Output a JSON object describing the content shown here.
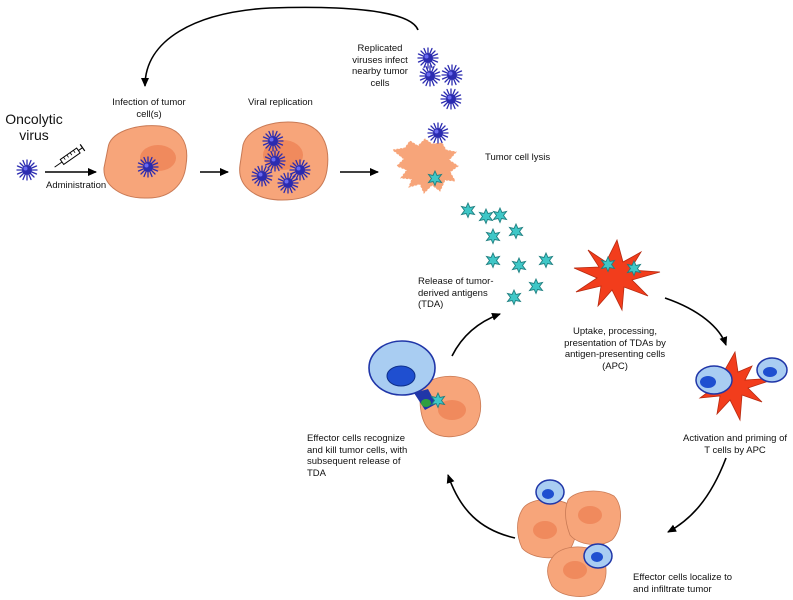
{
  "labels": {
    "oncolytic_virus": "Oncolytic virus",
    "administration": "Administration",
    "infection": "Infection of tumor cell(s)",
    "viral_replication": "Viral replication",
    "replicated_viruses": "Replicated viruses infect nearby tumor cells",
    "tumor_cell_lysis": "Tumor cell lysis",
    "release_tda": "Release of tumor-derived antigens (TDA)",
    "uptake": "Uptake, processing, presentation of TDAs by antigen-presenting cells (APC)",
    "activation": "Activation and priming of T cells by APC",
    "localize": "Effector cells localize to and infiltrate tumor",
    "effector_kill": "Effector cells recognize and kill tumor cells, with subsequent release of TDA"
  },
  "colors": {
    "tumor_cell": "#f7a57a",
    "tumor_nucleus": "#f08a5d",
    "virus": "#2b2bb0",
    "antigen": "#3fc7c7",
    "apc": "#f23d1c",
    "t_cell": "#a9cdf2",
    "t_cell_nucleus": "#1f4fd0",
    "receptor_green": "#2f9e3f",
    "receptor_blue": "#2036a8",
    "arrow": "#000000"
  },
  "icons": {
    "virus": "spiky-virus-icon",
    "syringe": "syringe-icon",
    "antigen": "star-antigen-icon"
  }
}
